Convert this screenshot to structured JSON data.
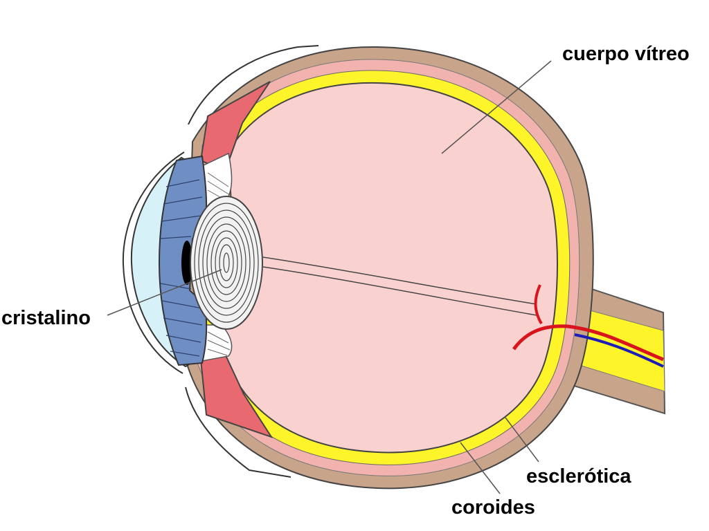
{
  "labels": {
    "cuerpo_vitreo": "cuerpo vítreo",
    "cristalino": "cristalino",
    "esclerotica": "esclerótica",
    "coroides": "coroides"
  },
  "colors": {
    "sclera": "#c8a48a",
    "choroid": "#f2b3ae",
    "retina": "#fdf52a",
    "vitreous": "#f9d2d0",
    "ciliary_muscle": "#e86a70",
    "iris": "#6f8fc4",
    "cornea": "#d6f1f7",
    "lens": "#f2f2f2",
    "artery": "#d8141d",
    "vein": "#1c1cb8",
    "line": "#333333"
  }
}
